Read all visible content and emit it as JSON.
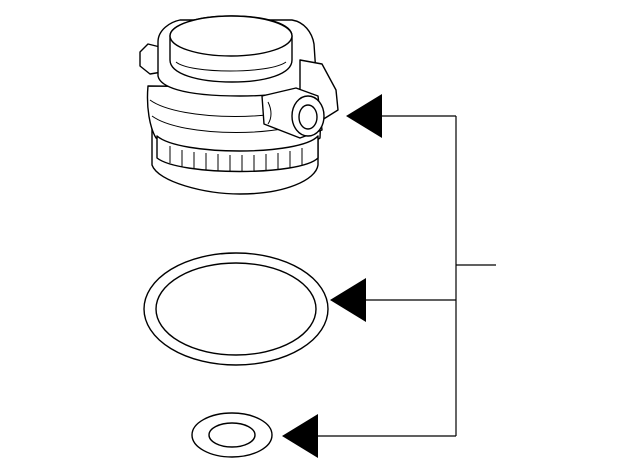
{
  "diagram": {
    "type": "parts-exploded-view",
    "background": "#ffffff",
    "line_color": "#000000",
    "parts": [
      {
        "id": "sensor-assembly",
        "shape": "cylindrical-housing"
      },
      {
        "id": "large-seal-ring",
        "shape": "oval-ring"
      },
      {
        "id": "small-seal-ring",
        "shape": "oval-ring"
      }
    ],
    "callout": {
      "label": "",
      "arrow_count": 3
    }
  }
}
